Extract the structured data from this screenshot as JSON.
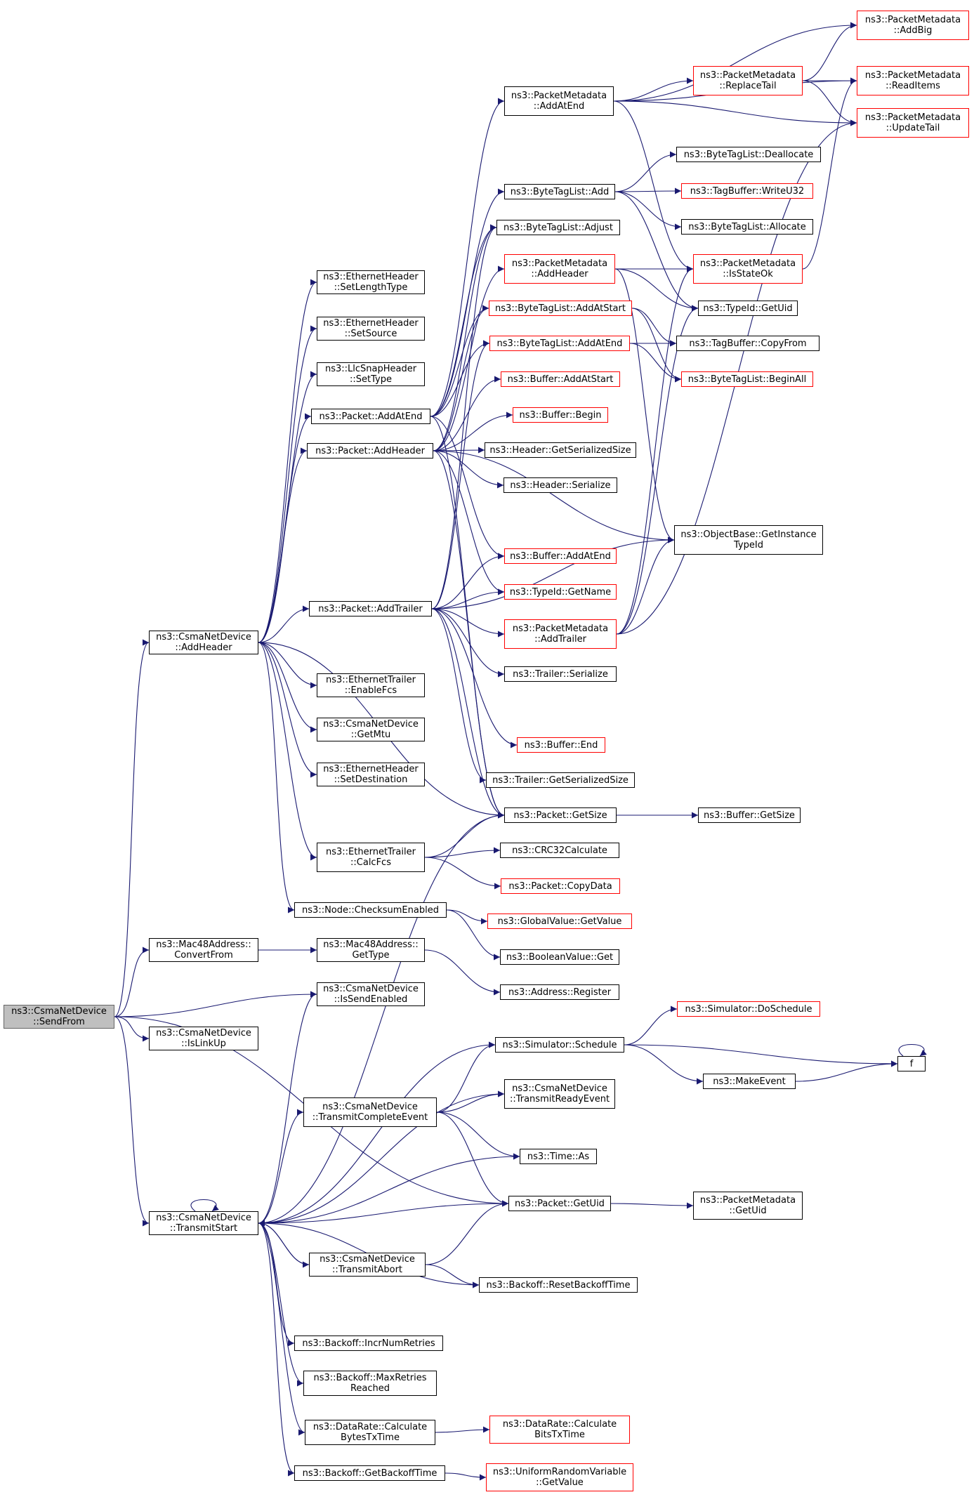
{
  "colors": {
    "edge": "#191970",
    "border_complete": "#000000",
    "border_truncated": "#ff0000",
    "root_fill": "#bfbfbf"
  },
  "nodes": [
    {
      "id": "sendFrom",
      "lines": [
        "ns3::CsmaNetDevice",
        "::SendFrom"
      ],
      "root": true
    },
    {
      "id": "convertFrom",
      "lines": [
        "ns3::Mac48Address::",
        "ConvertFrom"
      ]
    },
    {
      "id": "isSendEnabled",
      "lines": [
        "ns3::CsmaNetDevice",
        "::IsSendEnabled"
      ]
    },
    {
      "id": "isLinkUp",
      "lines": [
        "ns3::CsmaNetDevice",
        "::IsLinkUp"
      ]
    },
    {
      "id": "addHeaderCsma",
      "lines": [
        "ns3::CsmaNetDevice",
        "::AddHeader"
      ]
    },
    {
      "id": "transmitStart",
      "lines": [
        "ns3::CsmaNetDevice",
        "::TransmitStart"
      ]
    },
    {
      "id": "setLengthType",
      "lines": [
        "ns3::EthernetHeader",
        "::SetLengthType"
      ]
    },
    {
      "id": "setSource",
      "lines": [
        "ns3::EthernetHeader",
        "::SetSource"
      ]
    },
    {
      "id": "llcSetType",
      "lines": [
        "ns3::LlcSnapHeader",
        "::SetType"
      ]
    },
    {
      "id": "pktAddAtEnd",
      "lines": [
        "ns3::Packet::AddAtEnd"
      ]
    },
    {
      "id": "pktAddHeader",
      "lines": [
        "ns3::Packet::AddHeader"
      ]
    },
    {
      "id": "pktAddTrailer",
      "lines": [
        "ns3::Packet::AddTrailer"
      ]
    },
    {
      "id": "enableFcs",
      "lines": [
        "ns3::EthernetTrailer",
        "::EnableFcs"
      ]
    },
    {
      "id": "getMtu",
      "lines": [
        "ns3::CsmaNetDevice",
        "::GetMtu"
      ]
    },
    {
      "id": "setDestination",
      "lines": [
        "ns3::EthernetHeader",
        "::SetDestination"
      ]
    },
    {
      "id": "calcFcs",
      "lines": [
        "ns3::EthernetTrailer",
        "::CalcFcs"
      ]
    },
    {
      "id": "checksumEnabled",
      "lines": [
        "ns3::Node::ChecksumEnabled"
      ]
    },
    {
      "id": "macGetType",
      "lines": [
        "ns3::Mac48Address::",
        "GetType"
      ]
    },
    {
      "id": "transmitCompleteEvent",
      "lines": [
        "ns3::CsmaNetDevice",
        "::TransmitCompleteEvent"
      ]
    },
    {
      "id": "transmitAbort",
      "lines": [
        "ns3::CsmaNetDevice",
        "::TransmitAbort"
      ]
    },
    {
      "id": "incrNumRetries",
      "lines": [
        "ns3::Backoff::IncrNumRetries"
      ]
    },
    {
      "id": "maxRetriesReached",
      "lines": [
        "ns3::Backoff::MaxRetries",
        "Reached"
      ]
    },
    {
      "id": "calcBytesTxTime",
      "lines": [
        "ns3::DataRate::Calculate",
        "BytesTxTime"
      ]
    },
    {
      "id": "getBackoffTime",
      "lines": [
        "ns3::Backoff::GetBackoffTime"
      ]
    },
    {
      "id": "pmAddAtEnd",
      "lines": [
        "ns3::PacketMetadata",
        "::AddAtEnd"
      ]
    },
    {
      "id": "btlAdd",
      "lines": [
        "ns3::ByteTagList::Add"
      ]
    },
    {
      "id": "btlAdjust",
      "lines": [
        "ns3::ByteTagList::Adjust"
      ]
    },
    {
      "id": "pmAddHeader",
      "lines": [
        "ns3::PacketMetadata",
        "::AddHeader"
      ],
      "red": true
    },
    {
      "id": "btlAddAtStart",
      "lines": [
        "ns3::ByteTagList::AddAtStart"
      ],
      "red": true
    },
    {
      "id": "btlAddAtEnd",
      "lines": [
        "ns3::ByteTagList::AddAtEnd"
      ],
      "red": true
    },
    {
      "id": "bufAddAtStart",
      "lines": [
        "ns3::Buffer::AddAtStart"
      ],
      "red": true
    },
    {
      "id": "bufBegin",
      "lines": [
        "ns3::Buffer::Begin"
      ],
      "red": true
    },
    {
      "id": "hdrGetSerializedSize",
      "lines": [
        "ns3::Header::GetSerializedSize"
      ]
    },
    {
      "id": "hdrSerialize",
      "lines": [
        "ns3::Header::Serialize"
      ]
    },
    {
      "id": "bufAddAtEnd",
      "lines": [
        "ns3::Buffer::AddAtEnd"
      ],
      "red": true
    },
    {
      "id": "typeIdGetName",
      "lines": [
        "ns3::TypeId::GetName"
      ],
      "red": true
    },
    {
      "id": "pmAddTrailer",
      "lines": [
        "ns3::PacketMetadata",
        "::AddTrailer"
      ],
      "red": true
    },
    {
      "id": "trlSerialize",
      "lines": [
        "ns3::Trailer::Serialize"
      ]
    },
    {
      "id": "bufEnd",
      "lines": [
        "ns3::Buffer::End"
      ],
      "red": true
    },
    {
      "id": "trlGetSerializedSize",
      "lines": [
        "ns3::Trailer::GetSerializedSize"
      ]
    },
    {
      "id": "pktGetSize",
      "lines": [
        "ns3::Packet::GetSize"
      ]
    },
    {
      "id": "crc32",
      "lines": [
        "ns3::CRC32Calculate"
      ]
    },
    {
      "id": "pktCopyData",
      "lines": [
        "ns3::Packet::CopyData"
      ],
      "red": true
    },
    {
      "id": "gvGetValue",
      "lines": [
        "ns3::GlobalValue::GetValue"
      ],
      "red": true
    },
    {
      "id": "bvGet",
      "lines": [
        "ns3::BooleanValue::Get"
      ]
    },
    {
      "id": "addrRegister",
      "lines": [
        "ns3::Address::Register"
      ]
    },
    {
      "id": "simSchedule",
      "lines": [
        "ns3::Simulator::Schedule"
      ]
    },
    {
      "id": "transmitReadyEvent",
      "lines": [
        "ns3::CsmaNetDevice",
        "::TransmitReadyEvent"
      ]
    },
    {
      "id": "timeAs",
      "lines": [
        "ns3::Time::As"
      ]
    },
    {
      "id": "pktGetUid",
      "lines": [
        "ns3::Packet::GetUid"
      ]
    },
    {
      "id": "resetBackoffTime",
      "lines": [
        "ns3::Backoff::ResetBackoffTime"
      ]
    },
    {
      "id": "calcBitsTxTime",
      "lines": [
        "ns3::DataRate::Calculate",
        "BitsTxTime"
      ],
      "red": true
    },
    {
      "id": "urvGetValue",
      "lines": [
        "ns3::UniformRandomVariable",
        "::GetValue"
      ],
      "red": true
    },
    {
      "id": "pmAddBig",
      "lines": [
        "ns3::PacketMetadata",
        "::AddBig"
      ],
      "red": true
    },
    {
      "id": "pmReplaceTail",
      "lines": [
        "ns3::PacketMetadata",
        "::ReplaceTail"
      ],
      "red": true
    },
    {
      "id": "pmReadItems",
      "lines": [
        "ns3::PacketMetadata",
        "::ReadItems"
      ],
      "red": true
    },
    {
      "id": "pmUpdateTail",
      "lines": [
        "ns3::PacketMetadata",
        "::UpdateTail"
      ],
      "red": true
    },
    {
      "id": "btlDeallocate",
      "lines": [
        "ns3::ByteTagList::Deallocate"
      ]
    },
    {
      "id": "tbWriteU32",
      "lines": [
        "ns3::TagBuffer::WriteU32"
      ],
      "red": true
    },
    {
      "id": "btlAllocate",
      "lines": [
        "ns3::ByteTagList::Allocate"
      ]
    },
    {
      "id": "pmIsStateOk",
      "lines": [
        "ns3::PacketMetadata",
        "::IsStateOk"
      ],
      "red": true
    },
    {
      "id": "typeIdGetUid",
      "lines": [
        "ns3::TypeId::GetUid"
      ]
    },
    {
      "id": "tbCopyFrom",
      "lines": [
        "ns3::TagBuffer::CopyFrom"
      ]
    },
    {
      "id": "btlBeginAll",
      "lines": [
        "ns3::ByteTagList::BeginAll"
      ],
      "red": true
    },
    {
      "id": "obGetInstanceTypeId",
      "lines": [
        "ns3::ObjectBase::GetInstance",
        "TypeId"
      ]
    },
    {
      "id": "bufGetSize",
      "lines": [
        "ns3::Buffer::GetSize"
      ]
    },
    {
      "id": "simDoSchedule",
      "lines": [
        "ns3::Simulator::DoSchedule"
      ],
      "red": true
    },
    {
      "id": "makeEvent",
      "lines": [
        "ns3::MakeEvent"
      ]
    },
    {
      "id": "pmGetUid",
      "lines": [
        "ns3::PacketMetadata",
        "::GetUid"
      ]
    },
    {
      "id": "f",
      "lines": [
        "f"
      ]
    }
  ],
  "edges": [
    [
      "sendFrom",
      "convertFrom"
    ],
    [
      "sendFrom",
      "isSendEnabled"
    ],
    [
      "sendFrom",
      "isLinkUp"
    ],
    [
      "sendFrom",
      "addHeaderCsma"
    ],
    [
      "sendFrom",
      "transmitStart"
    ],
    [
      "sendFrom",
      "pktGetUid"
    ],
    [
      "addHeaderCsma",
      "setLengthType"
    ],
    [
      "addHeaderCsma",
      "setSource"
    ],
    [
      "addHeaderCsma",
      "llcSetType"
    ],
    [
      "addHeaderCsma",
      "pktAddAtEnd"
    ],
    [
      "addHeaderCsma",
      "pktAddHeader"
    ],
    [
      "addHeaderCsma",
      "pktAddTrailer"
    ],
    [
      "addHeaderCsma",
      "enableFcs"
    ],
    [
      "addHeaderCsma",
      "getMtu"
    ],
    [
      "addHeaderCsma",
      "setDestination"
    ],
    [
      "addHeaderCsma",
      "calcFcs"
    ],
    [
      "addHeaderCsma",
      "checksumEnabled"
    ],
    [
      "addHeaderCsma",
      "pktGetSize"
    ],
    [
      "convertFrom",
      "macGetType"
    ],
    [
      "macGetType",
      "addrRegister"
    ],
    [
      "pktAddAtEnd",
      "pmAddAtEnd"
    ],
    [
      "pktAddAtEnd",
      "btlAdd"
    ],
    [
      "pktAddAtEnd",
      "btlAdjust"
    ],
    [
      "pktAddAtEnd",
      "btlAddAtStart"
    ],
    [
      "pktAddAtEnd",
      "btlAddAtEnd"
    ],
    [
      "pktAddAtEnd",
      "bufAddAtEnd"
    ],
    [
      "pktAddAtEnd",
      "pktGetSize"
    ],
    [
      "pktAddHeader",
      "btlAddAtStart"
    ],
    [
      "pktAddHeader",
      "btlAdjust"
    ],
    [
      "pktAddHeader",
      "pmAddHeader"
    ],
    [
      "pktAddHeader",
      "bufAddAtStart"
    ],
    [
      "pktAddHeader",
      "bufBegin"
    ],
    [
      "pktAddHeader",
      "hdrGetSerializedSize"
    ],
    [
      "pktAddHeader",
      "hdrSerialize"
    ],
    [
      "pktAddHeader",
      "typeIdGetName"
    ],
    [
      "pktAddHeader",
      "obGetInstanceTypeId"
    ],
    [
      "pktAddHeader",
      "pktGetSize"
    ],
    [
      "pktAddTrailer",
      "btlAddAtEnd"
    ],
    [
      "pktAddTrailer",
      "btlAdjust"
    ],
    [
      "pktAddTrailer",
      "bufAddAtEnd"
    ],
    [
      "pktAddTrailer",
      "typeIdGetName"
    ],
    [
      "pktAddTrailer",
      "pmAddTrailer"
    ],
    [
      "pktAddTrailer",
      "trlSerialize"
    ],
    [
      "pktAddTrailer",
      "bufEnd"
    ],
    [
      "pktAddTrailer",
      "trlGetSerializedSize"
    ],
    [
      "pktAddTrailer",
      "obGetInstanceTypeId"
    ],
    [
      "pktAddTrailer",
      "pktGetSize"
    ],
    [
      "pmAddAtEnd",
      "pmAddBig"
    ],
    [
      "pmAddAtEnd",
      "pmReplaceTail"
    ],
    [
      "pmAddAtEnd",
      "pmReadItems"
    ],
    [
      "pmAddAtEnd",
      "pmUpdateTail"
    ],
    [
      "pmAddAtEnd",
      "pmIsStateOk"
    ],
    [
      "pmReplaceTail",
      "pmAddBig"
    ],
    [
      "pmReplaceTail",
      "pmReadItems"
    ],
    [
      "pmReplaceTail",
      "pmUpdateTail"
    ],
    [
      "pmIsStateOk",
      "pmReadItems"
    ],
    [
      "btlAdd",
      "btlDeallocate"
    ],
    [
      "btlAdd",
      "tbWriteU32"
    ],
    [
      "btlAdd",
      "btlAllocate"
    ],
    [
      "btlAdd",
      "typeIdGetUid"
    ],
    [
      "pmAddHeader",
      "pmIsStateOk"
    ],
    [
      "pmAddHeader",
      "typeIdGetUid"
    ],
    [
      "pmAddHeader",
      "obGetInstanceTypeId"
    ],
    [
      "btlAddAtStart",
      "tbCopyFrom"
    ],
    [
      "btlAddAtStart",
      "btlBeginAll"
    ],
    [
      "btlAddAtEnd",
      "tbCopyFrom"
    ],
    [
      "btlAddAtEnd",
      "btlBeginAll"
    ],
    [
      "pmAddTrailer",
      "pmIsStateOk"
    ],
    [
      "pmAddTrailer",
      "typeIdGetUid"
    ],
    [
      "pmAddTrailer",
      "pmUpdateTail"
    ],
    [
      "pmAddTrailer",
      "obGetInstanceTypeId"
    ],
    [
      "pktGetSize",
      "bufGetSize"
    ],
    [
      "calcFcs",
      "pktGetSize"
    ],
    [
      "calcFcs",
      "crc32"
    ],
    [
      "calcFcs",
      "pktCopyData"
    ],
    [
      "checksumEnabled",
      "gvGetValue"
    ],
    [
      "checksumEnabled",
      "bvGet"
    ],
    [
      "transmitStart",
      "isSendEnabled"
    ],
    [
      "transmitStart",
      "pktGetSize"
    ],
    [
      "transmitStart",
      "simSchedule"
    ],
    [
      "transmitStart",
      "transmitReadyEvent"
    ],
    [
      "transmitStart",
      "transmitCompleteEvent"
    ],
    [
      "transmitStart",
      "timeAs"
    ],
    [
      "transmitStart",
      "pktGetUid"
    ],
    [
      "transmitStart",
      "transmitAbort"
    ],
    [
      "transmitStart",
      "resetBackoffTime"
    ],
    [
      "transmitStart",
      "incrNumRetries"
    ],
    [
      "transmitStart",
      "maxRetriesReached"
    ],
    [
      "transmitStart",
      "calcBytesTxTime"
    ],
    [
      "transmitStart",
      "getBackoffTime"
    ],
    [
      "transmitStart",
      "transmitStart"
    ],
    [
      "transmitCompleteEvent",
      "simSchedule"
    ],
    [
      "transmitCompleteEvent",
      "transmitReadyEvent"
    ],
    [
      "transmitCompleteEvent",
      "timeAs"
    ],
    [
      "transmitCompleteEvent",
      "pktGetUid"
    ],
    [
      "transmitAbort",
      "transmitStart"
    ],
    [
      "transmitAbort",
      "pktGetUid"
    ],
    [
      "transmitAbort",
      "resetBackoffTime"
    ],
    [
      "simSchedule",
      "simDoSchedule"
    ],
    [
      "simSchedule",
      "f"
    ],
    [
      "simSchedule",
      "makeEvent"
    ],
    [
      "makeEvent",
      "f"
    ],
    [
      "f",
      "f"
    ],
    [
      "pktGetUid",
      "pmGetUid"
    ],
    [
      "calcBytesTxTime",
      "calcBitsTxTime"
    ],
    [
      "getBackoffTime",
      "urvGetValue"
    ]
  ]
}
